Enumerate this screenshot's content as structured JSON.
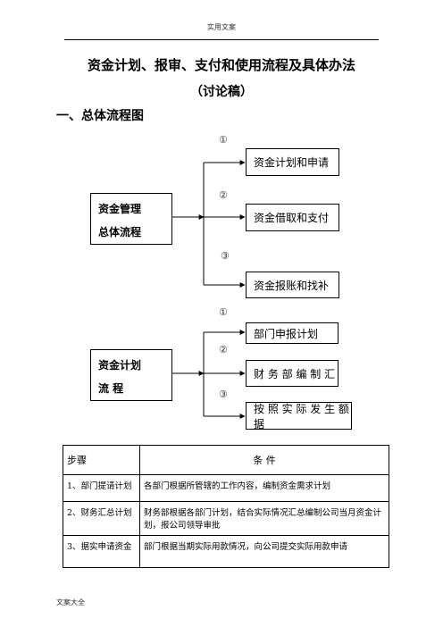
{
  "header": {
    "text": "实用文案"
  },
  "doc": {
    "title": "资金计划、报审、支付和使用流程及具体办法",
    "subtitle": "（讨论稿）",
    "section1": "一、总体流程图"
  },
  "flow1": {
    "left_line1": "资金管理",
    "left_line2": "总体流程",
    "items": [
      {
        "num": "①",
        "label": "资金计划和申请"
      },
      {
        "num": "②",
        "label": "资金借取和支付"
      },
      {
        "num": "③",
        "label": "资金报账和找补"
      }
    ]
  },
  "flow2": {
    "left_line1": "资金计划",
    "left_line2": "流  程",
    "items": [
      {
        "num": "①",
        "label": "部门申报计划"
      },
      {
        "num": "②",
        "label": "财 务 部 编 制 汇"
      },
      {
        "num": "③",
        "label": "按 照 实 际 发 生 额 据"
      }
    ]
  },
  "table": {
    "headers": [
      "步骤",
      "条    件"
    ],
    "rows": [
      {
        "step": "1、部门提请计划",
        "cond": "各部门根据所管辖的工作内容，编制资金需求计划"
      },
      {
        "step": "2、财务汇总计划",
        "cond": "财务部根据各部门计划，结合实际情况汇总编制公司当月资金计划，报公司领导审批"
      },
      {
        "step": "3、据实申请资金",
        "cond": "部门根据当期实际用款情况，向公司提交实际用款申请"
      }
    ]
  },
  "footer": {
    "text": "文案大全"
  }
}
